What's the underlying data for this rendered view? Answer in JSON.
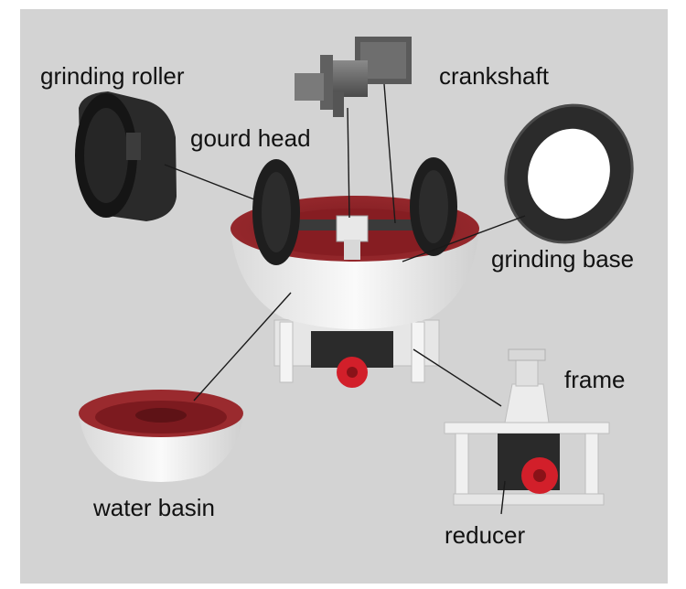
{
  "labels": {
    "grinding_roller": "grinding roller",
    "crankshaft": "crankshaft",
    "gourd_head": "gourd head",
    "grinding_base": "grinding base",
    "frame": "frame",
    "water_basin": "water basin",
    "reducer": "reducer"
  },
  "colors": {
    "background": "#d3d3d3",
    "basin_red": "#8e1f24",
    "roller_black": "#1c1c1c",
    "frame_white": "#f1f1f1",
    "wheel_red": "#d21f2a"
  }
}
